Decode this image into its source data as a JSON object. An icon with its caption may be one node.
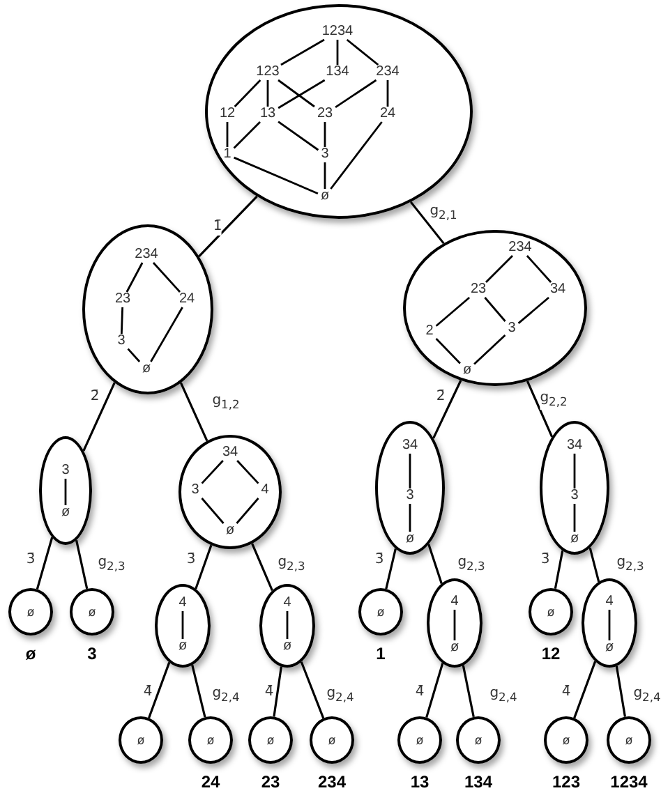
{
  "diagram": {
    "nodes": [
      {
        "text": [],
        "shape": "ellipse"
      },
      {
        "text": [
          "1234"
        ],
        "in": 0
      },
      {
        "text": [
          "123"
        ],
        "in": 0
      },
      {
        "text": [
          "134"
        ],
        "in": 0
      },
      {
        "text": [
          "234"
        ],
        "in": 0
      },
      {
        "text": [
          "12"
        ],
        "in": 0
      },
      {
        "text": [
          "13"
        ],
        "in": 0
      },
      {
        "text": [
          "23"
        ],
        "in": 0
      },
      {
        "text": [
          "24"
        ],
        "in": 0
      },
      {
        "text": [
          "1"
        ],
        "in": 0
      },
      {
        "text": [
          "3"
        ],
        "in": 0
      },
      {
        "text": [
          "ø"
        ],
        "in": 0
      },
      {
        "text": [],
        "shape": "ellipse"
      },
      {
        "text": [
          "234"
        ],
        "in": 12
      },
      {
        "text": [
          "23"
        ],
        "in": 12
      },
      {
        "text": [
          "24"
        ],
        "in": 12
      },
      {
        "text": [
          "3"
        ],
        "in": 12
      },
      {
        "text": [
          "ø"
        ],
        "in": 12
      },
      {
        "text": [],
        "shape": "ellipse"
      },
      {
        "text": [
          "234"
        ],
        "in": 18
      },
      {
        "text": [
          "23"
        ],
        "in": 18
      },
      {
        "text": [
          "34"
        ],
        "in": 18
      },
      {
        "text": [
          "2"
        ],
        "in": 18
      },
      {
        "text": [
          "3"
        ],
        "in": 18
      },
      {
        "text": [
          "ø"
        ],
        "in": 18
      },
      {
        "text": [],
        "shape": "ellipse"
      },
      {
        "text": [
          "3"
        ],
        "in": 25
      },
      {
        "text": [
          "ø"
        ],
        "in": 25
      },
      {
        "text": [],
        "shape": "ellipse"
      },
      {
        "text": [
          "34"
        ],
        "in": 28
      },
      {
        "text": [
          "3"
        ],
        "in": 28
      },
      {
        "text": [
          "4"
        ],
        "in": 28
      },
      {
        "text": [
          "ø"
        ],
        "in": 28
      },
      {
        "text": [],
        "shape": "ellipse"
      },
      {
        "text": [
          "34"
        ],
        "in": 33
      },
      {
        "text": [
          "3"
        ],
        "in": 33
      },
      {
        "text": [
          "ø"
        ],
        "in": 33
      },
      {
        "text": [],
        "shape": "ellipse"
      },
      {
        "text": [
          "34"
        ],
        "in": 37
      },
      {
        "text": [
          "3"
        ],
        "in": 37
      },
      {
        "text": [
          "ø"
        ],
        "in": 37
      },
      {
        "text": [
          "ø"
        ],
        "beside": [
          "ø"
        ]
      },
      {
        "text": [
          "ø"
        ],
        "beside": [
          "3"
        ]
      },
      {
        "text": [],
        "shape": "ellipse"
      },
      {
        "text": [
          "4"
        ],
        "in": 43
      },
      {
        "text": [
          "ø"
        ],
        "in": 43
      },
      {
        "text": [],
        "shape": "ellipse"
      },
      {
        "text": [
          "4"
        ],
        "in": 46
      },
      {
        "text": [
          "ø"
        ],
        "in": 46
      },
      {
        "text": [
          "ø"
        ],
        "beside": [
          "1"
        ]
      },
      {
        "text": [],
        "shape": "ellipse"
      },
      {
        "text": [
          "4"
        ],
        "in": 50
      },
      {
        "text": [
          "ø"
        ],
        "in": 50
      },
      {
        "text": [
          "ø"
        ],
        "beside": [
          "12"
        ]
      },
      {
        "text": [],
        "shape": "ellipse"
      },
      {
        "text": [
          "4"
        ],
        "in": 54
      },
      {
        "text": [
          "ø"
        ],
        "in": 54
      },
      {
        "text": [
          "ø"
        ]
      },
      {
        "text": [
          "ø"
        ],
        "beside": [
          "24"
        ]
      },
      {
        "text": [
          "ø"
        ],
        "beside": [
          "23"
        ]
      },
      {
        "text": [
          "ø"
        ],
        "beside": [
          "234"
        ]
      },
      {
        "text": [
          "ø"
        ],
        "beside": [
          "13"
        ]
      },
      {
        "text": [
          "ø"
        ],
        "beside": [
          "134"
        ]
      },
      {
        "text": [
          "ø"
        ],
        "beside": [
          "123"
        ]
      },
      {
        "text": [
          "ø"
        ],
        "beside": [
          "1234"
        ]
      }
    ],
    "edges": [
      {
        "from": 1,
        "to": 2,
        "arrow": "none"
      },
      {
        "from": 1,
        "to": 3,
        "arrow": "none"
      },
      {
        "from": 1,
        "to": 4,
        "arrow": "none"
      },
      {
        "from": 2,
        "to": 5,
        "arrow": "none"
      },
      {
        "from": 2,
        "to": 6,
        "arrow": "none"
      },
      {
        "from": 2,
        "to": 7,
        "arrow": "none"
      },
      {
        "from": 3,
        "to": 6,
        "arrow": "none"
      },
      {
        "from": 4,
        "to": 7,
        "arrow": "none"
      },
      {
        "from": 4,
        "to": 8,
        "arrow": "none"
      },
      {
        "from": 5,
        "to": 9,
        "arrow": "none"
      },
      {
        "from": 6,
        "to": 9,
        "arrow": "none"
      },
      {
        "from": 6,
        "to": 10,
        "arrow": "none"
      },
      {
        "from": 7,
        "to": 10,
        "arrow": "none"
      },
      {
        "from": 9,
        "to": 11,
        "arrow": "none"
      },
      {
        "from": 10,
        "to": 11,
        "arrow": "none"
      },
      {
        "from": 8,
        "to": 11,
        "arrow": "none"
      },
      {
        "from": 13,
        "to": 14,
        "arrow": "none"
      },
      {
        "from": 13,
        "to": 15,
        "arrow": "none"
      },
      {
        "from": 14,
        "to": 16,
        "arrow": "none"
      },
      {
        "from": 16,
        "to": 17,
        "arrow": "none"
      },
      {
        "from": 15,
        "to": 17,
        "arrow": "none"
      },
      {
        "from": 19,
        "to": 20,
        "arrow": "none"
      },
      {
        "from": 19,
        "to": 21,
        "arrow": "none"
      },
      {
        "from": 20,
        "to": 22,
        "arrow": "none"
      },
      {
        "from": 20,
        "to": 23,
        "arrow": "none"
      },
      {
        "from": 21,
        "to": 23,
        "arrow": "none"
      },
      {
        "from": 22,
        "to": 24,
        "arrow": "none"
      },
      {
        "from": 23,
        "to": 24,
        "arrow": "none"
      },
      {
        "from": 26,
        "to": 27,
        "arrow": "none"
      },
      {
        "from": 29,
        "to": 30,
        "arrow": "none"
      },
      {
        "from": 29,
        "to": 31,
        "arrow": "none"
      },
      {
        "from": 30,
        "to": 32,
        "arrow": "none"
      },
      {
        "from": 31,
        "to": 32,
        "arrow": "none"
      },
      {
        "from": 34,
        "to": 35,
        "arrow": "none"
      },
      {
        "from": 35,
        "to": 36,
        "arrow": "none"
      },
      {
        "from": 38,
        "to": 39,
        "arrow": "none"
      },
      {
        "from": 39,
        "to": 40,
        "arrow": "none"
      },
      {
        "from": 44,
        "to": 45,
        "arrow": "none"
      },
      {
        "from": 47,
        "to": 48,
        "arrow": "none"
      },
      {
        "from": 51,
        "to": 52,
        "arrow": "none"
      },
      {
        "from": 55,
        "to": 56,
        "arrow": "none"
      },
      {
        "from": 0,
        "to": 12,
        "label": "1̄",
        "arrow": "none"
      },
      {
        "from": 0,
        "to": 18,
        "label": "g$_{2,1}$",
        "arrow": "none"
      },
      {
        "from": 12,
        "to": 25,
        "label": "2̄",
        "arrow": "none"
      },
      {
        "from": 12,
        "to": 28,
        "label": "g$_{1,2}$",
        "arrow": "none"
      },
      {
        "from": 18,
        "to": 33,
        "label": "2̄",
        "arrow": "none"
      },
      {
        "from": 18,
        "to": 37,
        "label": "g$_{2,2}$",
        "arrow": "none"
      },
      {
        "from": 25,
        "to": 41,
        "label": "3̄",
        "arrow": "none"
      },
      {
        "from": 25,
        "to": 42,
        "label": "g$_{2,3}$",
        "arrow": "none"
      },
      {
        "from": 28,
        "to": 43,
        "label": "3̄",
        "arrow": "none"
      },
      {
        "from": 28,
        "to": 46,
        "label": "g$_{2,3}$",
        "arrow": "none"
      },
      {
        "from": 33,
        "to": 49,
        "label": "3̄",
        "arrow": "none"
      },
      {
        "from": 33,
        "to": 50,
        "label": "g$_{2,3}$",
        "arrow": "none"
      },
      {
        "from": 37,
        "to": 53,
        "label": "3̄",
        "arrow": "none"
      },
      {
        "from": 37,
        "to": 54,
        "label": "g$_{2,3}$",
        "arrow": "none"
      },
      {
        "from": 43,
        "to": 57,
        "label": "4̄",
        "arrow": "none"
      },
      {
        "from": 43,
        "to": 58,
        "label": "g$_{2,4}$",
        "arrow": "none"
      },
      {
        "from": 46,
        "to": 59,
        "label": "4̄",
        "arrow": "none"
      },
      {
        "from": 46,
        "to": 60,
        "label": "g$_{2,4}$",
        "arrow": "none"
      },
      {
        "from": 50,
        "to": 61,
        "label": "4̄",
        "arrow": "none"
      },
      {
        "from": 50,
        "to": 62,
        "label": "g$_{2,4}$",
        "arrow": "none"
      },
      {
        "from": 54,
        "to": 63,
        "label": "4̄",
        "arrow": "none"
      },
      {
        "from": 54,
        "to": 64,
        "label": "g$_{2,4}$",
        "arrow": "none"
      }
    ]
  }
}
